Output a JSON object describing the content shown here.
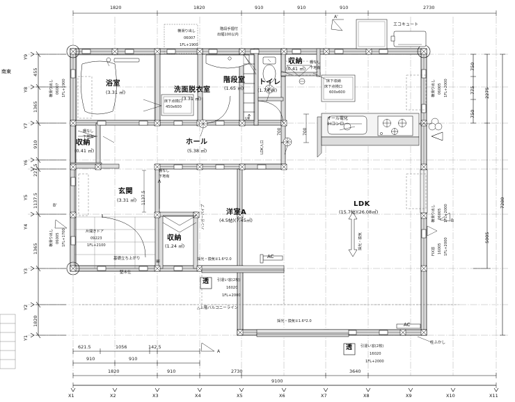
{
  "drawing": {
    "orientation_label": "南東",
    "overall_width_mm": 9100,
    "overall_height_mm": 7280
  },
  "rooms": [
    {
      "id": "bath",
      "name": "浴室",
      "area": "(3.31 ㎡)"
    },
    {
      "id": "washroom",
      "name": "洗面脱衣室",
      "area": "(3.31 ㎡)"
    },
    {
      "id": "stairs",
      "name": "階段室",
      "area": "(1.65 ㎡)"
    },
    {
      "id": "toilet",
      "name": "トイレ",
      "area": "(1.74 ㎡)"
    },
    {
      "id": "closet-top",
      "name": "収納",
      "area": "(0.41 ㎡)"
    },
    {
      "id": "closet-hall",
      "name": "収納",
      "area": "(0.41 ㎡)"
    },
    {
      "id": "hall",
      "name": "ホール",
      "area": "(5.38 ㎡)"
    },
    {
      "id": "entrance",
      "name": "玄関",
      "area": "(3.31 ㎡)"
    },
    {
      "id": "closet-entry",
      "name": "収納",
      "area": "(1.24 ㎡)"
    },
    {
      "id": "western-a",
      "name": "洋室A",
      "area": "(4.5帖)(7.45㎡)"
    },
    {
      "id": "ldk",
      "name": "LDK",
      "area": "(15.7帖)(26.08㎡)"
    }
  ],
  "annotations": {
    "ecocute": "エコキュート",
    "ih_line1": "オール電化",
    "ih_line2": "IHコンロ",
    "underfloor_l1": "床下収納",
    "underfloor_l2": "床下点検口",
    "underfloor_l3": "600x600",
    "inspect_l1": "床下点検口",
    "inspect_l2": "450x600",
    "stair_rail_l1": "階段手摺付",
    "stair_rail_l2": "出幅100以内",
    "shelf_none_l1": "棚なし",
    "shelf_none_l2": "下地有",
    "shelf_none2_l1": "棚なし",
    "shelf_none2_l2": "下地有",
    "shelf_none3_l1": "棚なし",
    "shelf_none3_l2": "下地有",
    "shelf_v": "棚",
    "pole_v": "ハンガーパイプ",
    "ldk_entry_v": "LDK入口",
    "foundation": "基礎立ち上がり",
    "base_wood": "堅木仕",
    "balcony_line": "△上階バルコニーライン",
    "post_pad": "柱ふかし",
    "draft_v": "採光・換気",
    "ac_left": "AC",
    "ac_right": "AC",
    "sec_a_top": "A'",
    "sec_a_left": "B'",
    "sec_b_right": "B",
    "sec_a_bottom": "A",
    "stair_up": "UP"
  },
  "openings": [
    {
      "id": "w-top-left",
      "l1": "横滑り出し",
      "l2": "06007",
      "l3": "1FL+1900"
    },
    {
      "id": "w-left-upper",
      "l1": "横滑り出し",
      "l2": "06007",
      "l3": "1FL+1900"
    },
    {
      "id": "w-left-lower",
      "l1": "横滑り出し",
      "l2": "06005",
      "l3": "1FL+1700"
    },
    {
      "id": "w-right-upper",
      "l1": "横滑り出し",
      "l2": "06005",
      "l3": "1FL+2000"
    },
    {
      "id": "w-right-lower",
      "l1": "横滑り出し",
      "l2": "06005",
      "l3": "1FL+2000"
    },
    {
      "id": "w-right-fix",
      "l1": "FIX窓",
      "l2": "16005",
      "l3": "1FL+2000"
    },
    {
      "id": "door-entry",
      "l1": "片開きドア",
      "l2": "09223",
      "l3": "1FL+2100"
    },
    {
      "id": "w-bottom-left",
      "glass": "透",
      "l1": "引違い窓(2枚)",
      "l2": "16020",
      "l3": "1FL+2000"
    },
    {
      "id": "w-bottom-right",
      "glass": "透",
      "l1": "引違い窓(2枚)",
      "l2": "16020",
      "l3": "1FL+2000"
    }
  ],
  "vent_labels": [
    {
      "id": "vent-1",
      "text": "採光・換気①1.6*2.0"
    },
    {
      "id": "vent-2",
      "text": "採光・換気②1.6*2.0"
    }
  ],
  "dims_top": [
    "1820",
    "1820",
    "910",
    "910",
    "910",
    "2730"
  ],
  "dims_bottom_row1": [
    "621.5",
    "1056",
    "142.5"
  ],
  "dims_bottom_row2": [
    "910",
    "910"
  ],
  "dims_bottom_row3": [
    "1820",
    "910",
    "2730",
    "3640"
  ],
  "dims_bottom_total": "9100",
  "dims_left": [
    "455",
    "1365",
    "910",
    "227.5",
    "1137.5",
    "1365",
    "1820"
  ],
  "dims_right_group": [
    "750",
    "775",
    "750"
  ],
  "dims_right_sub": "2275",
  "dims_right_lower": "5005",
  "dims_right_total": "7280",
  "grid_x": [
    "X1",
    "X2",
    "X3",
    "X4",
    "X5",
    "X6",
    "X7",
    "X8",
    "X9",
    "X10",
    "X11"
  ],
  "grid_y": [
    "Y9",
    "Y8",
    "Y7",
    "Y6",
    "Y5",
    "Y4",
    "Y3",
    "Y2",
    "Y1"
  ],
  "interior_dims": {
    "hall_v": "1137.5",
    "kitchen_700": "700",
    "stair_head": "700"
  }
}
